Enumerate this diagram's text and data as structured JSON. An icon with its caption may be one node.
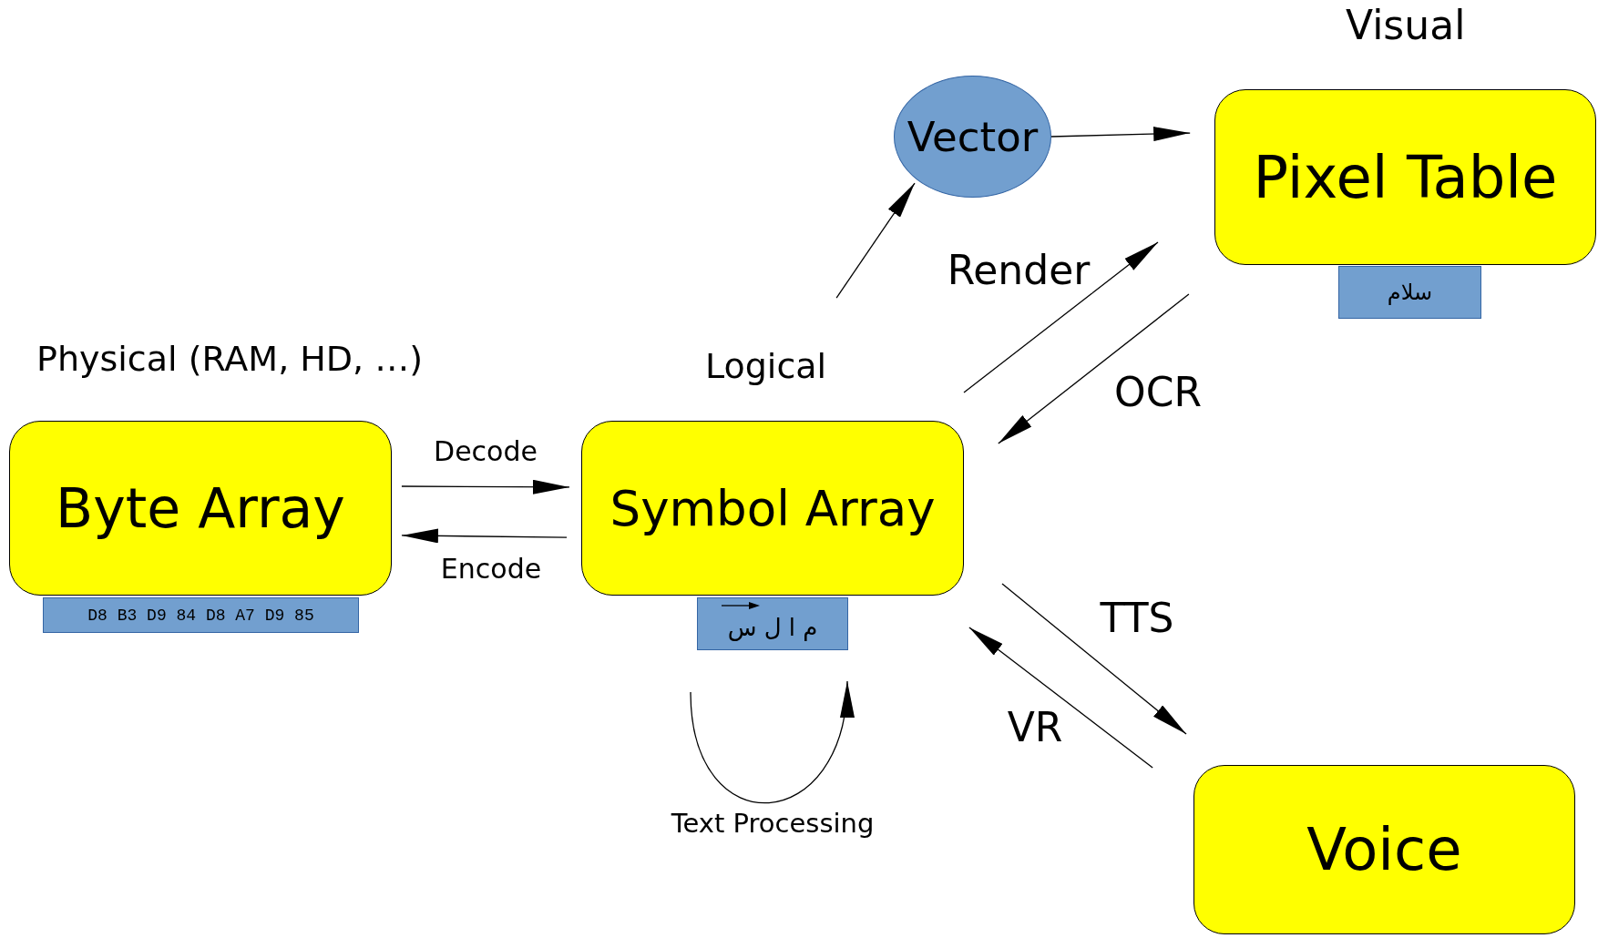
{
  "diagram": {
    "nodes": [
      {
        "text": [
          "Byte Array"
        ],
        "beside": [
          "Physical (RAM, HD, …)"
        ]
      },
      {
        "text": [
          "D8 B3 D9 84 D8 A7 D9 85"
        ]
      },
      {
        "text": [
          "Symbol Array"
        ],
        "beside": [
          "Logical"
        ]
      },
      {
        "text": [
          "س ل ا م"
        ]
      },
      {
        "text": [
          "Vector"
        ]
      },
      {
        "text": [
          "Pixel Table"
        ],
        "beside": [
          "Visual"
        ]
      },
      {
        "text": [
          "سلام"
        ]
      },
      {
        "text": [
          "Voice"
        ]
      }
    ],
    "edges": [
      {
        "from": 0,
        "to": 2,
        "arrow": "to",
        "label": "Decode"
      },
      {
        "from": 2,
        "to": 0,
        "arrow": "to",
        "label": "Encode"
      },
      {
        "from": 2,
        "to": 4,
        "arrow": "to"
      },
      {
        "from": 4,
        "to": 5,
        "arrow": "to"
      },
      {
        "from": 2,
        "to": 5,
        "arrow": "to",
        "label": "Render"
      },
      {
        "from": 5,
        "to": 2,
        "arrow": "to",
        "label": "OCR"
      },
      {
        "from": 2,
        "to": 7,
        "arrow": "to",
        "label": "TTS"
      },
      {
        "from": 7,
        "to": 2,
        "arrow": "to",
        "label": "VR"
      },
      {
        "from": 3,
        "to": 3,
        "arrow": "to",
        "label": "Text Processing"
      }
    ]
  }
}
